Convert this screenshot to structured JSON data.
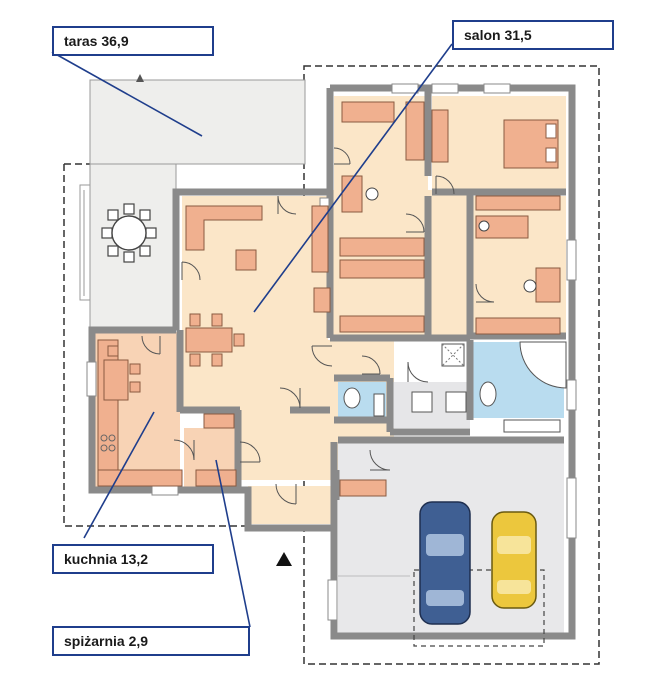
{
  "labels": {
    "taras": "taras 36,9",
    "salon": "salon 31,5",
    "kuchnia": "kuchnia 13,2",
    "spizarnia": "spiżarnia 2,9"
  },
  "colors": {
    "wall": "#8a8a8a",
    "terrace": "#eeeeec",
    "living": "#fbe6c8",
    "kitchen": "#f8d3b5",
    "bathroom": "#b9dcef",
    "garage": "#e8e8ea",
    "furniture": "#f0b08f",
    "leader": "#1f3e8c",
    "car_blue": "#3f5f93",
    "car_yellow": "#ecc73d"
  }
}
